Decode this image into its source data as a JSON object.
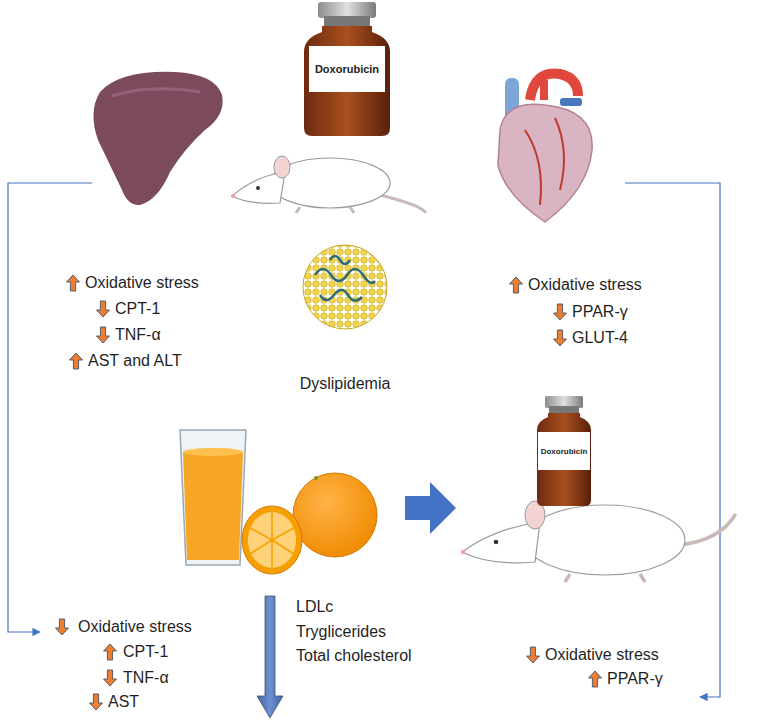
{
  "diagram": {
    "nodes": [
      {
        "text": [
          "Doxorubicin"
        ]
      },
      {
        "text": [
          "Doxorubicin"
        ]
      }
    ],
    "labels": [
      "Oxidative stress",
      "CPT-1",
      "TNF-α",
      "AST and ALT",
      "Dyslipidemia",
      "Oxidative stress",
      "PPAR-γ",
      "GLUT-4",
      "Oxidative stress",
      "CPT-1",
      "TNF-α",
      "AST",
      "LDLc",
      "Tryglicerides",
      "Total cholesterol",
      "Oxidative stress",
      "PPAR-γ"
    ]
  }
}
